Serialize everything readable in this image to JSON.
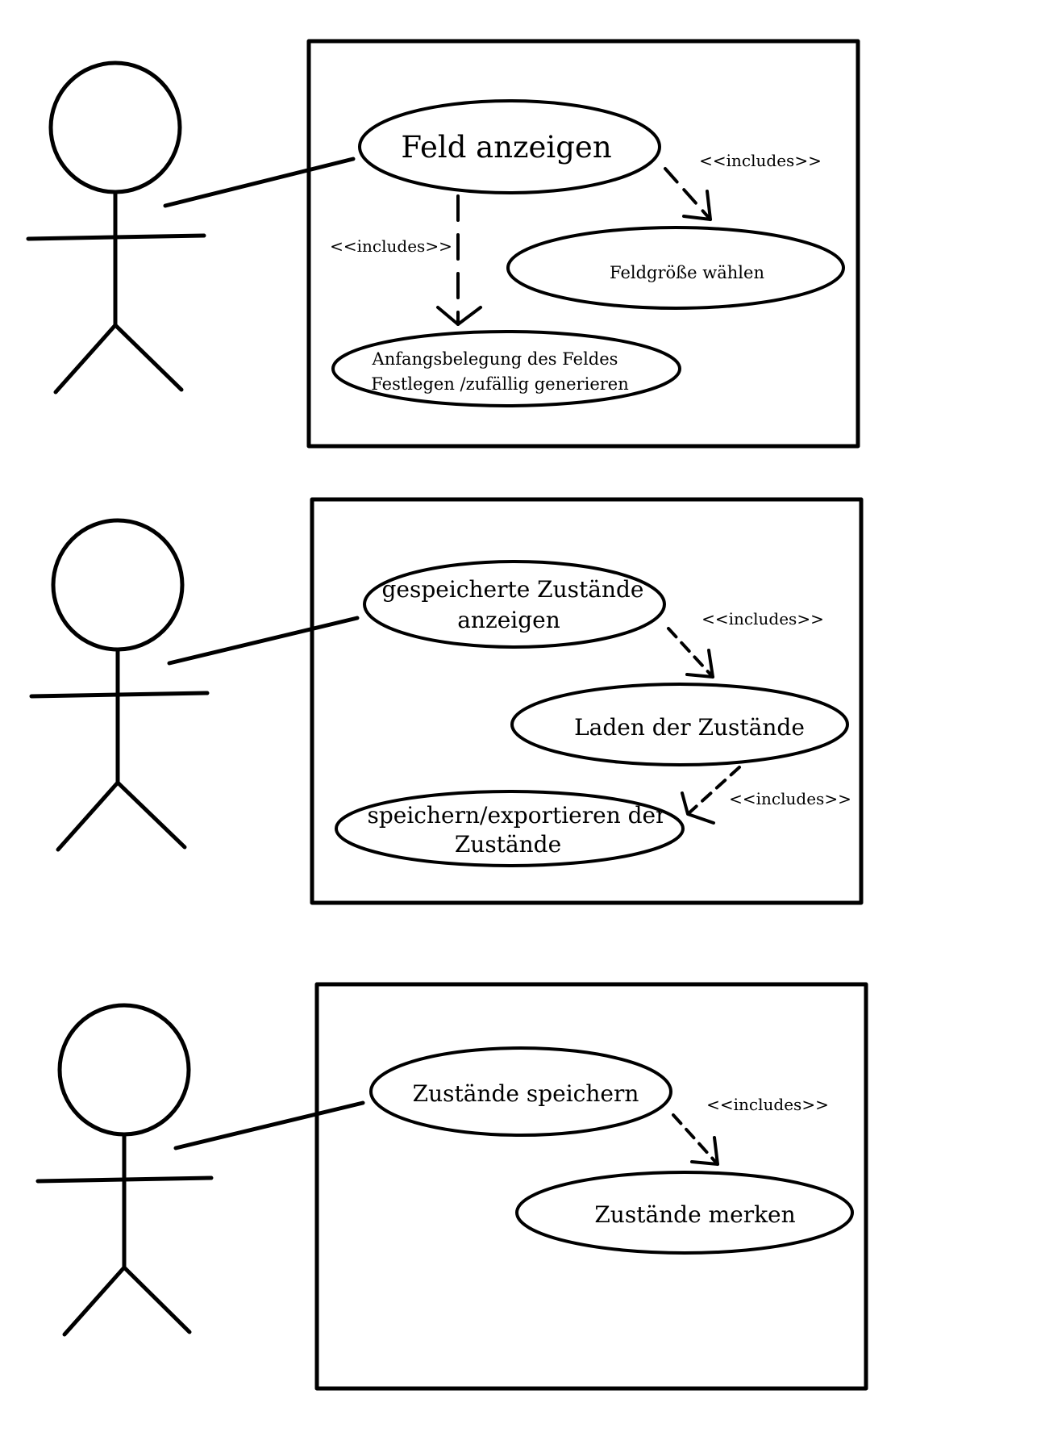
{
  "panels": [
    {
      "main_usecase": {
        "lines": [
          "Feld anzeigen"
        ]
      },
      "included": [
        {
          "lines": [
            "Feldgröße wählen"
          ],
          "stereotype": "<<includes>>"
        },
        {
          "lines": [
            "Anfangsbelegung des Feldes",
            "Festlegen /zufällig generieren"
          ],
          "stereotype": "<<includes>>"
        }
      ]
    },
    {
      "main_usecase": {
        "lines": [
          "gespeicherte Zustände",
          "anzeigen"
        ]
      },
      "included": [
        {
          "lines": [
            "Laden der Zustände"
          ],
          "stereotype": "<<includes>>"
        },
        {
          "lines": [
            "speichern/exportieren der",
            "Zustände"
          ],
          "stereotype": "<<includes>>"
        }
      ]
    },
    {
      "main_usecase": {
        "lines": [
          "Zustände speichern"
        ]
      },
      "included": [
        {
          "lines": [
            "Zustände merken"
          ],
          "stereotype": "<<includes>>"
        }
      ]
    }
  ]
}
